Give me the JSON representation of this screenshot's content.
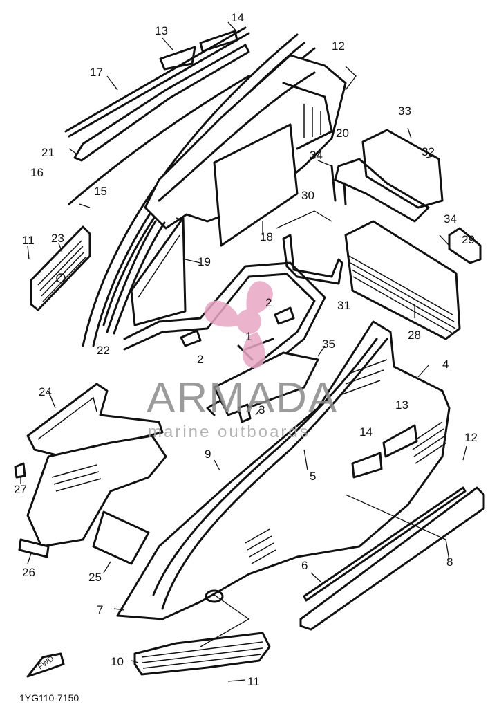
{
  "watermark": {
    "brand": "ARMADA",
    "tagline": "marine outboards",
    "color_pink": "#e8a6c4",
    "color_gray": "#8a8a8a"
  },
  "drawing_code": "1YG110-7150",
  "fwd_label": "FWD",
  "callouts": [
    "1",
    "2",
    "2",
    "3",
    "4",
    "5",
    "6",
    "7",
    "8",
    "9",
    "10",
    "11",
    "11",
    "12",
    "12",
    "13",
    "13",
    "14",
    "14",
    "15",
    "16",
    "17",
    "18",
    "19",
    "20",
    "21",
    "22",
    "23",
    "24",
    "25",
    "26",
    "27",
    "28",
    "29",
    "30",
    "31",
    "32",
    "33",
    "34",
    "34",
    "35"
  ]
}
